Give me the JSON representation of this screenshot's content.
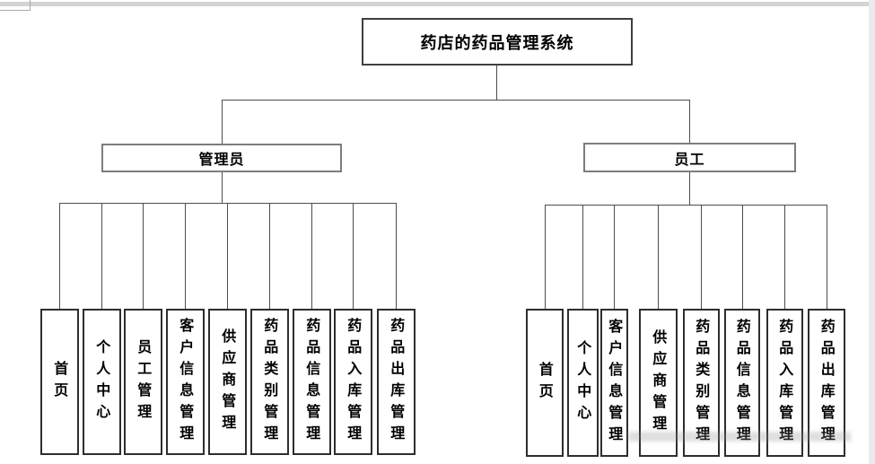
{
  "colors": {
    "connector": "#4d4d4d",
    "root_border": "#3f3f3f",
    "branch_border": "#7d7d7d",
    "leaf_border": "#2e2e2e",
    "window_edge": "#d4d2d2",
    "background": "#ffffff"
  },
  "diagram": {
    "root": {
      "label": "药店的药品管理系统"
    },
    "branches": [
      {
        "label": "管理员",
        "children": [
          "首页",
          "个人中心",
          "员工管理",
          "客户信息管理",
          "供应商管理",
          "药品类别管理",
          "药品信息管理",
          "药品入库管理",
          "药品出库管理"
        ]
      },
      {
        "label": "员工",
        "children": [
          "首页",
          "个人中心",
          "客户信息管理",
          "供应商管理",
          "药品类别管理",
          "药品信息管理",
          "药品入库管理",
          "药品出库管理"
        ]
      }
    ]
  }
}
